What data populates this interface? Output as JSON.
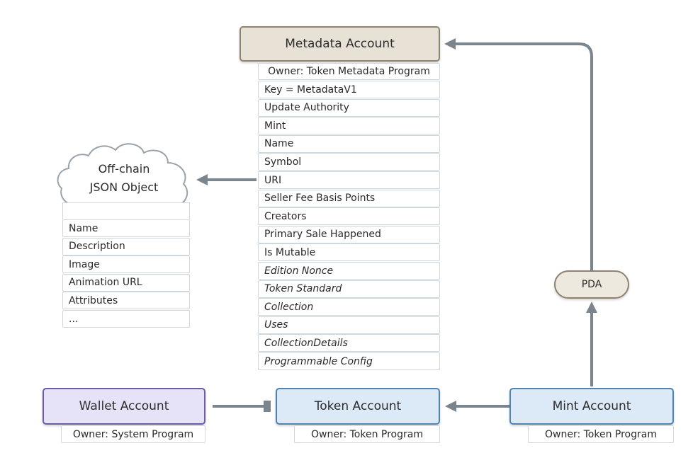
{
  "metadata_account": {
    "title": "Metadata Account",
    "owner": "Owner: Token Metadata Program",
    "fields": [
      {
        "label": "Key = MetadataV1",
        "italic": false
      },
      {
        "label": "Update Authority",
        "italic": false
      },
      {
        "label": "Mint",
        "italic": false
      },
      {
        "label": "Name",
        "italic": false
      },
      {
        "label": "Symbol",
        "italic": false
      },
      {
        "label": "URI",
        "italic": false
      },
      {
        "label": "Seller Fee Basis Points",
        "italic": false
      },
      {
        "label": "Creators",
        "italic": false
      },
      {
        "label": "Primary Sale Happened",
        "italic": false
      },
      {
        "label": "Is Mutable",
        "italic": false
      },
      {
        "label": "Edition Nonce",
        "italic": true
      },
      {
        "label": "Token Standard",
        "italic": true
      },
      {
        "label": "Collection",
        "italic": true
      },
      {
        "label": "Uses",
        "italic": true
      },
      {
        "label": "CollectionDetails",
        "italic": true
      },
      {
        "label": "Programmable Config",
        "italic": true
      }
    ]
  },
  "offchain_json": {
    "title_line1": "Off-chain",
    "title_line2": "JSON Object",
    "fields": [
      "Name",
      "Description",
      "Image",
      "Animation URL",
      "Attributes",
      "..."
    ]
  },
  "wallet_account": {
    "title": "Wallet Account",
    "owner": "Owner: System Program"
  },
  "token_account": {
    "title": "Token Account",
    "owner": "Owner: Token Program"
  },
  "mint_account": {
    "title": "Mint Account",
    "owner": "Owner: Token Program"
  },
  "pda": {
    "label": "PDA"
  },
  "colors": {
    "metadata_header": "#e8e2d6",
    "wallet_header": "#e6e2f7",
    "wallet_border": "#6e5aa8",
    "blue_header": "#dce9f7",
    "blue_border": "#4d84b8",
    "pda_fill": "#eee9df",
    "arrow": "#7b858e"
  }
}
